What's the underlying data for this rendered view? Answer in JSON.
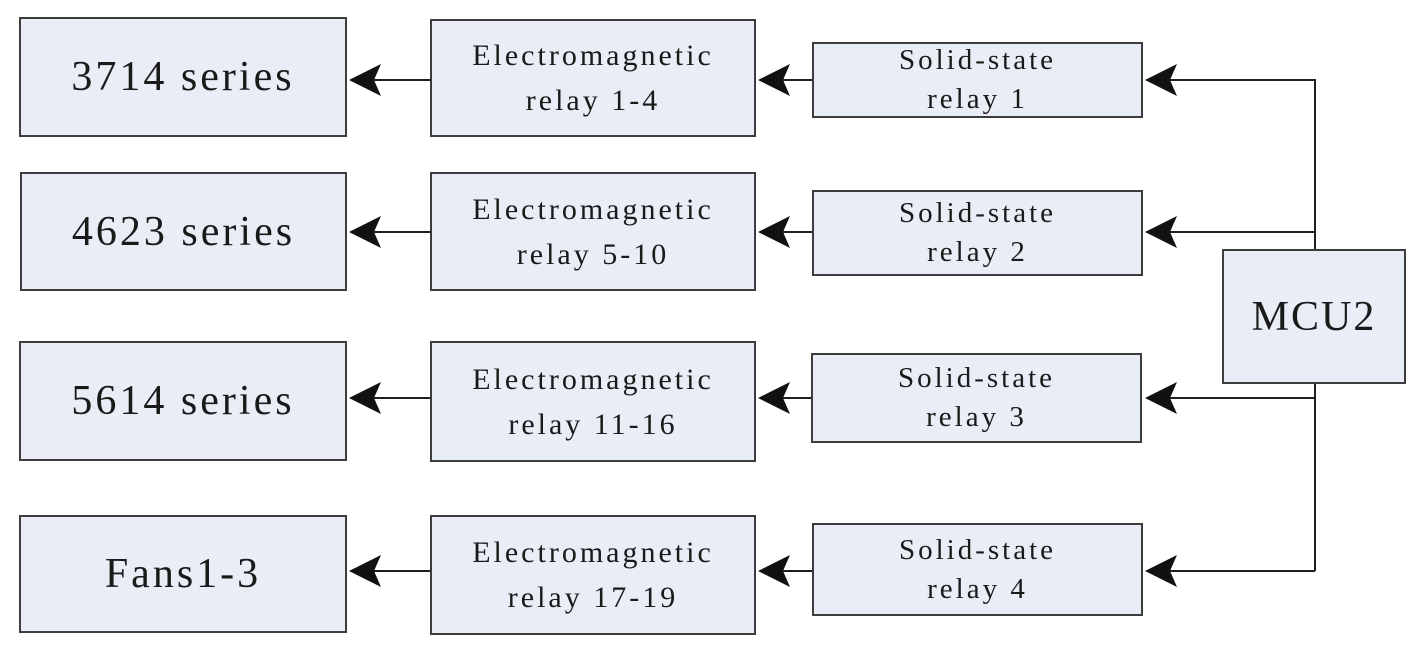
{
  "colors": {
    "box_fill": "#e9edf6",
    "box_border": "#3d3d3d",
    "line": "#1f1f1f",
    "arrow": "#111111",
    "text": "#1a1a1a",
    "background": "#ffffff"
  },
  "diagram": {
    "mcu": {
      "label": "MCU2"
    },
    "rows": [
      {
        "target": "3714 series",
        "relay_line1": "Electromagnetic",
        "relay_line2": "relay 1-4",
        "ssr_line1": "Solid-state",
        "ssr_line2": "relay 1"
      },
      {
        "target": "4623 series",
        "relay_line1": "Electromagnetic",
        "relay_line2": "relay 5-10",
        "ssr_line1": "Solid-state",
        "ssr_line2": "relay 2"
      },
      {
        "target": "5614 series",
        "relay_line1": "Electromagnetic",
        "relay_line2": "relay 11-16",
        "ssr_line1": "Solid-state",
        "ssr_line2": "relay 3"
      },
      {
        "target": "Fans1-3",
        "relay_line1": "Electromagnetic",
        "relay_line2": "relay 17-19",
        "ssr_line1": "Solid-state",
        "ssr_line2": "relay 4"
      }
    ]
  }
}
